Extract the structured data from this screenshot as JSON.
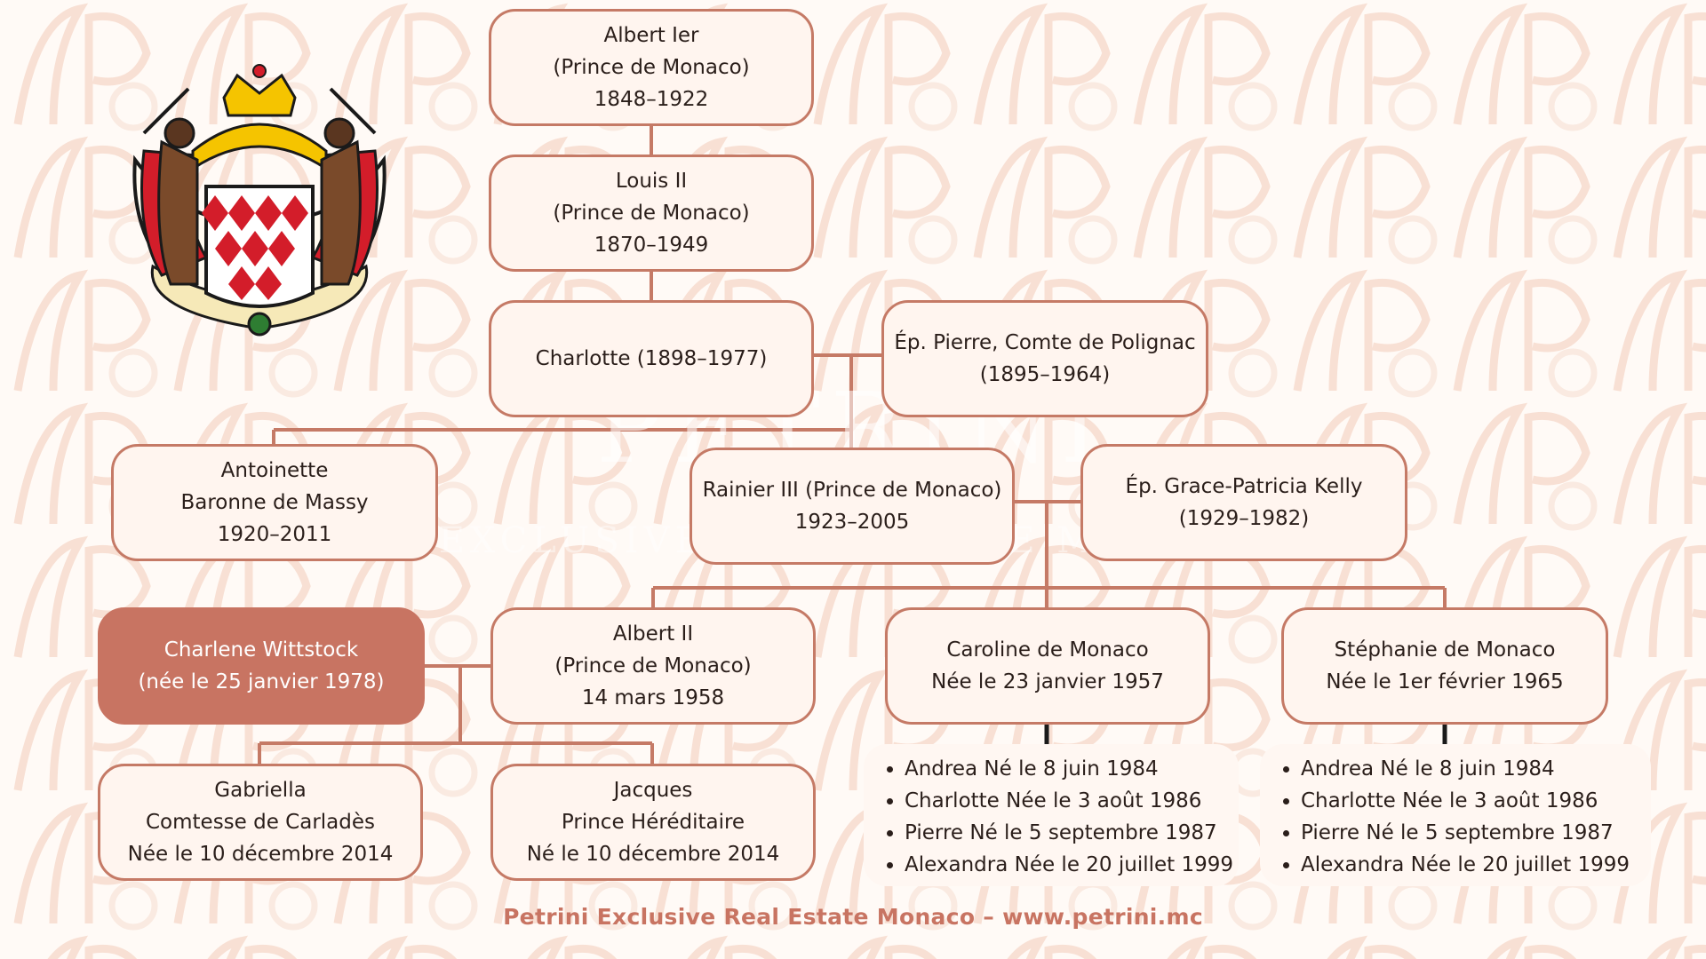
{
  "watermark": {
    "big": "PETRINI",
    "small": "EXCLUSIVE REAL ESTATE MONACO"
  },
  "nodes": {
    "albert1": {
      "lines": [
        "Albert Ier",
        "(Prince de Monaco)",
        "1848–1922"
      ]
    },
    "louis2": {
      "lines": [
        "Louis II",
        "(Prince de Monaco)",
        "1870–1949"
      ]
    },
    "charlotte": {
      "lines": [
        "Charlotte (1898–1977)"
      ]
    },
    "pierre": {
      "lines": [
        "Ép. Pierre, Comte de Polignac",
        "(1895–1964)"
      ]
    },
    "antoinette": {
      "lines": [
        "Antoinette",
        "Baronne de Massy",
        "1920–2011"
      ]
    },
    "rainier": {
      "lines": [
        "Rainier III (Prince de Monaco)",
        "1923–2005"
      ]
    },
    "grace": {
      "lines": [
        "Ép. Grace-Patricia Kelly",
        "(1929–1982)"
      ]
    },
    "charlene": {
      "lines": [
        "Charlene Wittstock",
        "(née le 25 janvier 1978)"
      ]
    },
    "albert2": {
      "lines": [
        "Albert II",
        "(Prince de Monaco)",
        "14 mars 1958"
      ]
    },
    "caroline": {
      "lines": [
        "Caroline de Monaco",
        "Née le 23 janvier 1957"
      ]
    },
    "stephanie": {
      "lines": [
        "Stéphanie de Monaco",
        "Née le 1er février 1965"
      ]
    },
    "gabriella": {
      "lines": [
        "Gabriella",
        "Comtesse de Carladès",
        "Née le 10 décembre 2014"
      ]
    },
    "jacques": {
      "lines": [
        "Jacques",
        "Prince Héréditaire",
        "Né le 10 décembre 2014"
      ]
    }
  },
  "caroline_children": [
    "Andrea Né le 8 juin 1984",
    "Charlotte Née le 3 août 1986",
    "Pierre Né le 5 septembre 1987",
    "Alexandra Née le 20 juillet 1999"
  ],
  "stephanie_children": [
    "Andrea Né le 8 juin 1984",
    "Charlotte Née le 3 août 1986",
    "Pierre Né le 5 septembre 1987",
    "Alexandra Née le 20 juillet 1999"
  ],
  "footer": "Petrini Exclusive Real Estate Monaco – www.petrini.mc",
  "colors": {
    "accent": "#c87462",
    "border": "#c57a66",
    "node_fill": "#fff5ef",
    "pattern": "#f7ddd0"
  },
  "icons": {
    "crest": "monaco-coat-of-arms-icon"
  }
}
